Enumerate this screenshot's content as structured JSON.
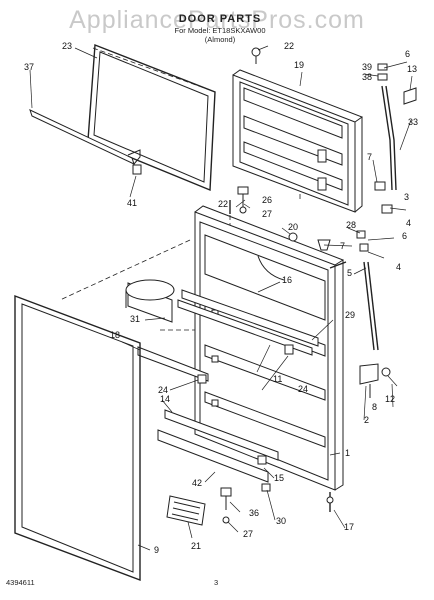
{
  "header": {
    "watermark": "AppliancePartsPros.com",
    "title": "DOOR PARTS",
    "subtitle": "For Model: ET18SKXAW00",
    "color_note": "(Almond)"
  },
  "footer": {
    "doc_number": "4394611",
    "page": "3"
  },
  "callouts": [
    "1",
    "2",
    "3",
    "4",
    "5",
    "6",
    "7",
    "8",
    "9",
    "11",
    "12",
    "13",
    "14",
    "15",
    "16",
    "17",
    "18",
    "19",
    "20",
    "21",
    "22",
    "23",
    "24",
    "26",
    "27",
    "28",
    "29",
    "30",
    "31",
    "33",
    "36",
    "37",
    "38",
    "39",
    "41",
    "42"
  ]
}
